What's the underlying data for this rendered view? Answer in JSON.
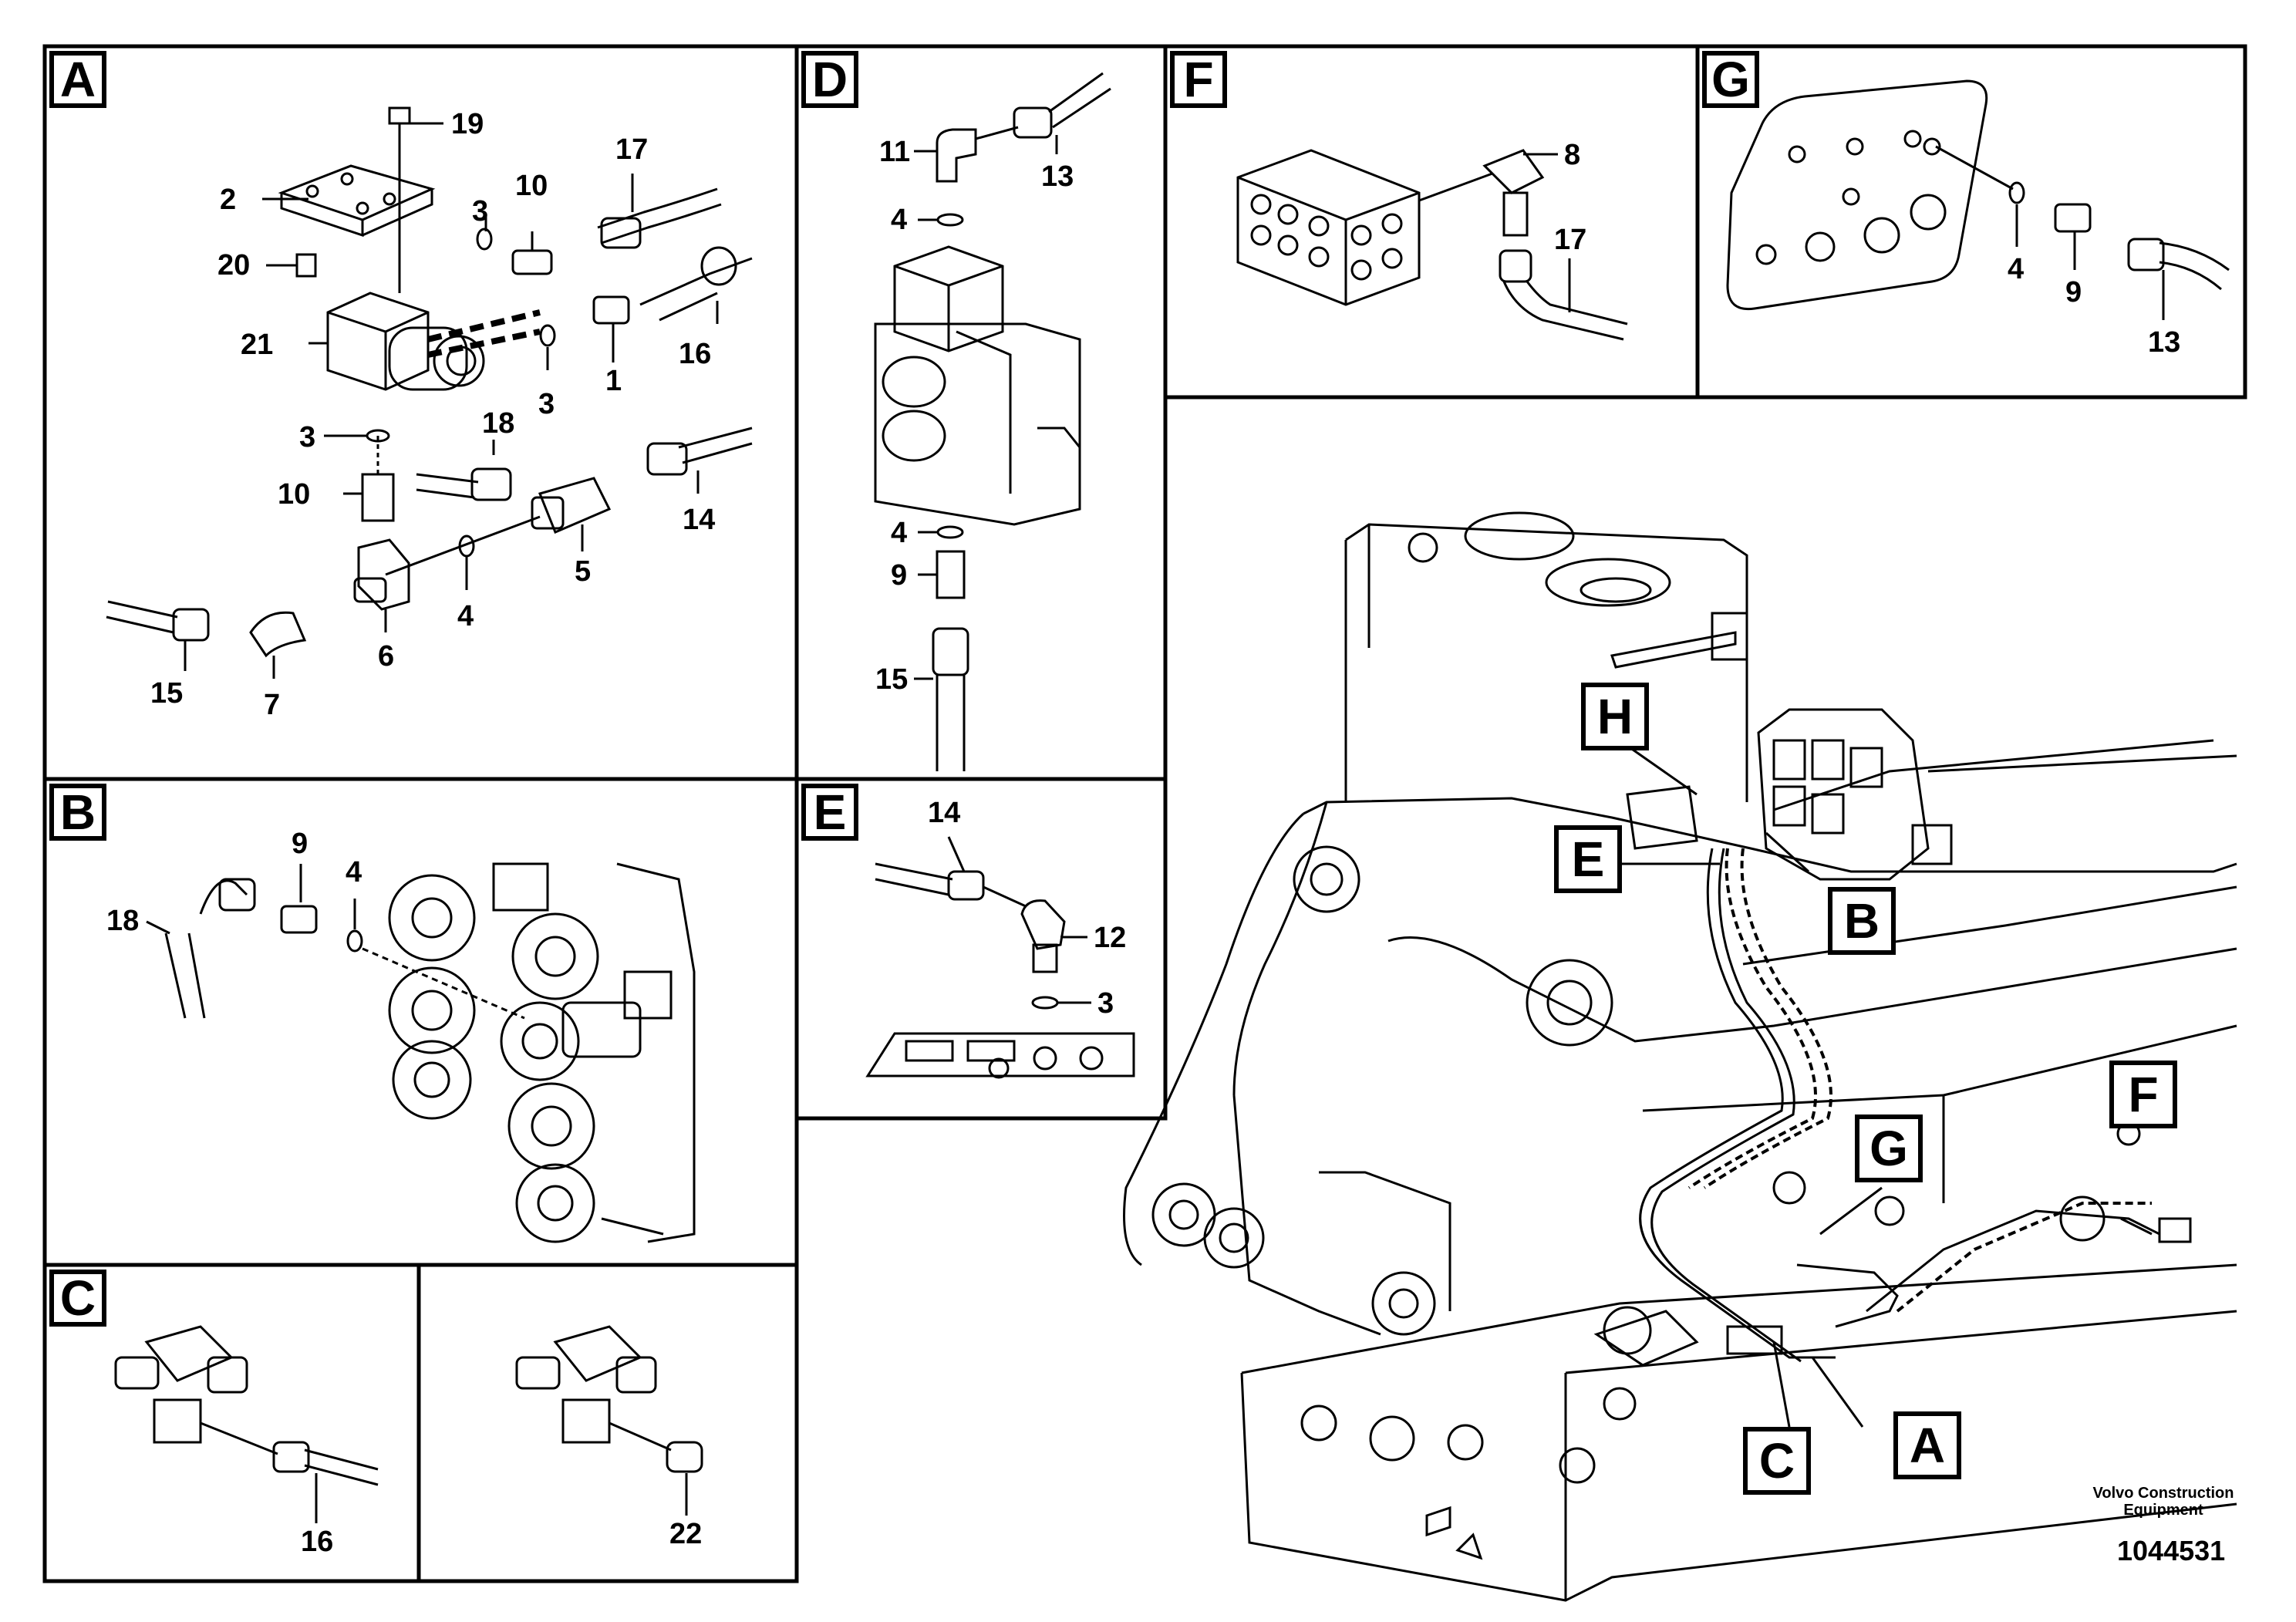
{
  "panels": {
    "A": {
      "id": "A",
      "parts": [
        "19",
        "2",
        "17",
        "3",
        "10",
        "20",
        "21",
        "16",
        "3",
        "1",
        "3",
        "18",
        "10",
        "14",
        "5",
        "4",
        "6",
        "15",
        "7"
      ]
    },
    "B": {
      "id": "B",
      "parts": [
        "9",
        "4",
        "18"
      ]
    },
    "C": {
      "id": "C",
      "parts": [
        "16"
      ]
    },
    "C2": {
      "parts": [
        "22"
      ]
    },
    "D": {
      "id": "D",
      "parts": [
        "11",
        "13",
        "4",
        "4",
        "9",
        "15"
      ]
    },
    "E": {
      "id": "E",
      "parts": [
        "14",
        "12",
        "3"
      ]
    },
    "F": {
      "id": "F",
      "parts": [
        "8",
        "17"
      ]
    },
    "G": {
      "id": "G",
      "parts": [
        "4",
        "9",
        "13"
      ]
    }
  },
  "callouts": [
    "H",
    "E",
    "B",
    "G",
    "F",
    "C",
    "A"
  ],
  "footer": {
    "brand_line1": "Volvo Construction",
    "brand_line2": "Equipment",
    "doc_number": "1044531"
  }
}
